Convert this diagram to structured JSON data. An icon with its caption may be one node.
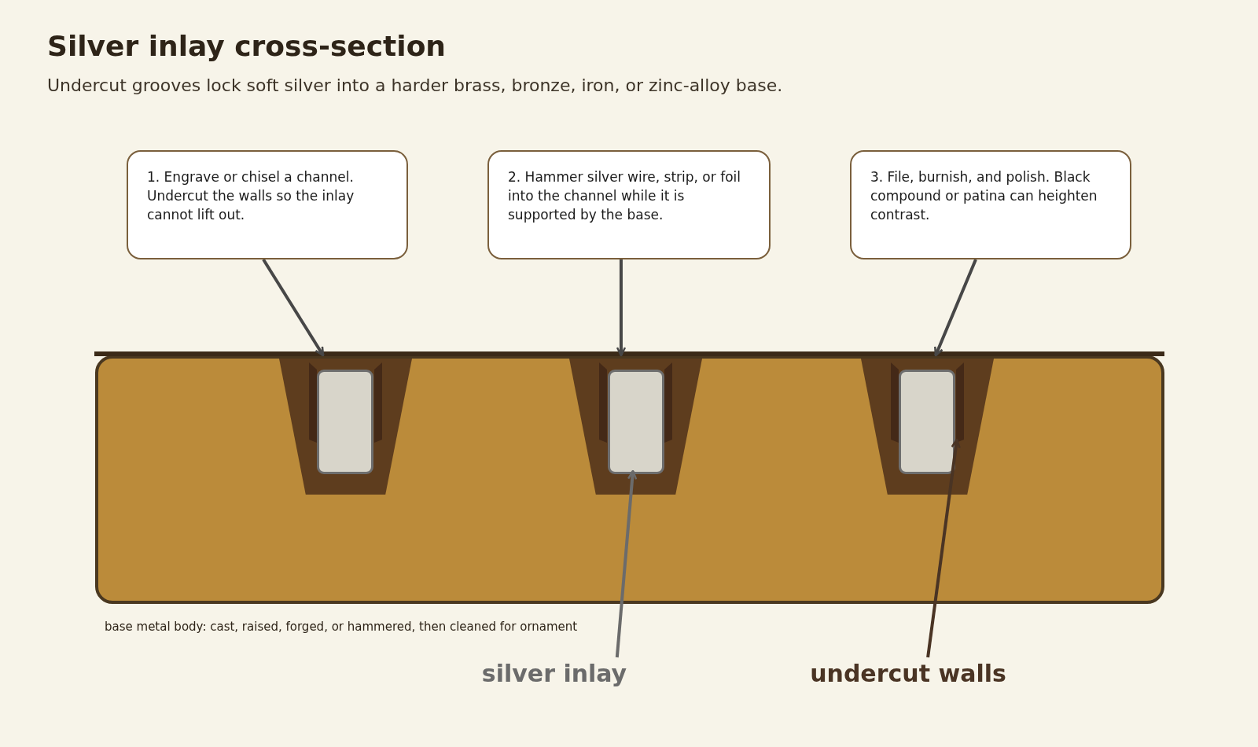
{
  "diagram": {
    "title": "Silver inlay cross-section",
    "caption": "Undercut grooves lock soft silver into a harder brass, bronze, iron, or zinc-alloy base.",
    "nodes": [
      {
        "text": [],
        "shape": "box",
        "beside": [
          "base metal body: cast, raised, forged, or hammered, then cleaned for ornament"
        ]
      },
      {
        "text": [
          "1. Engrave or chisel a channel. Undercut the walls so the inlay cannot lift out."
        ]
      },
      {
        "text": [
          "2. Hammer silver wire, strip, or foil into the channel while it is supported by the base."
        ]
      },
      {
        "text": [
          "3. File, burnish, and polish. Black compound or patina can heighten contrast."
        ]
      },
      {
        "text": [],
        "shape": "trapezoid",
        "in": 0
      },
      {
        "text": [],
        "shape": "trapezoid",
        "in": 0
      },
      {
        "text": [],
        "shape": "trapezoid",
        "in": 0
      },
      {
        "text": [],
        "shape": "box",
        "in": 4
      },
      {
        "text": [],
        "shape": "box",
        "in": 5
      },
      {
        "text": [],
        "shape": "box",
        "in": 6
      },
      {
        "text": [
          "silver inlay"
        ]
      },
      {
        "text": [
          "undercut walls"
        ]
      },
      {
        "text": [],
        "shape": "wedge",
        "in": 4
      },
      {
        "text": [],
        "shape": "wedge",
        "in": 4
      },
      {
        "text": [],
        "shape": "wedge",
        "in": 5
      },
      {
        "text": [],
        "shape": "wedge",
        "in": 5
      },
      {
        "text": [],
        "shape": "wedge",
        "in": 6
      },
      {
        "text": [],
        "shape": "wedge",
        "in": 6
      }
    ],
    "edges": [
      {
        "from": 1,
        "to": 4,
        "arrow": "to"
      },
      {
        "from": 2,
        "to": 5,
        "arrow": "to"
      },
      {
        "from": 3,
        "to": 6,
        "arrow": "to"
      },
      {
        "from": 10,
        "to": 8,
        "arrow": "to",
        "color": "#6b6b6b"
      },
      {
        "from": 11,
        "to": 17,
        "arrow": "to",
        "color": "#4a3424"
      }
    ]
  }
}
